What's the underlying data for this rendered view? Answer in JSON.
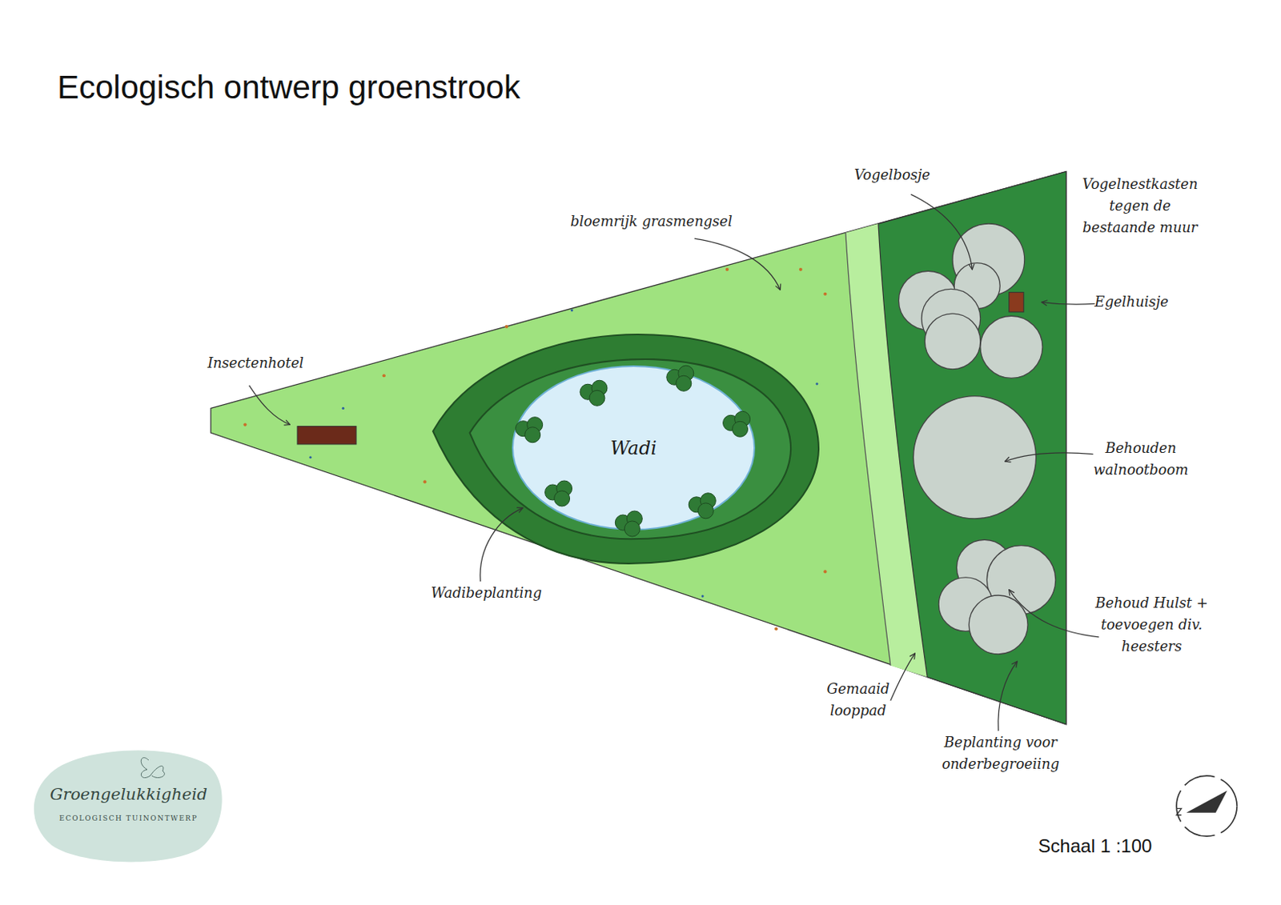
{
  "diagram": {
    "title": "Ecologisch ontwerp groenstrook",
    "nodes": [
      {
        "text": [
          "Wadi"
        ]
      },
      {
        "text": [
          "Groengelukkigheid",
          "ECOLOGISCH TUINONTWERP"
        ]
      }
    ],
    "labels": [
      "Vogelbosje",
      "Vogelnestkasten tegen de bestaande muur",
      "bloemrijk grasmengsel",
      "Egelhuisje",
      "Insectenhotel",
      "Behouden walnootboom",
      "Wadibeplanting",
      "Behoud Hulst + toevoegen div. heesters",
      "Gemaaid looppad",
      "Beplanting voor onderbegroeiing",
      "Schaal 1 :100"
    ]
  }
}
